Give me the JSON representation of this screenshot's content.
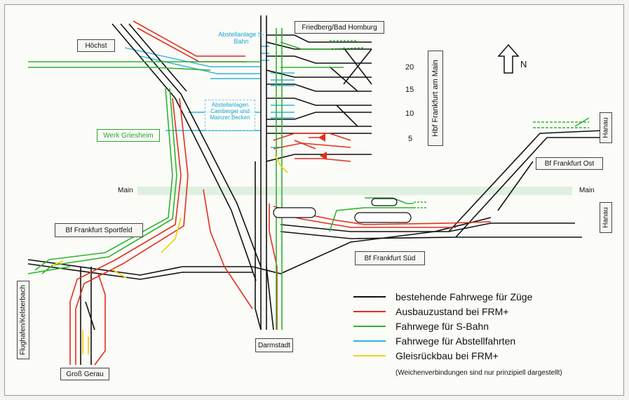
{
  "stations": {
    "hoechst": "Höchst",
    "friedberg": "Friedberg/Bad Homburg",
    "hbf": "Hbf Frankfurt am Main",
    "hanau_top": "Hanau",
    "hanau_mid": "Hanau",
    "ost": "Bf Frankfurt Ost",
    "sportfeld": "Bf Frankfurt Sportfeld",
    "sued": "Bf Frankfurt Süd",
    "flughafen": "Flughafen/Kelsterbach",
    "gross_gerau": "Groß Gerau",
    "darmstadt": "Darmstadt"
  },
  "facilities": {
    "griesheim": "Werk Griesheim",
    "abstell_sbahn": "Abstellanlage S-Bahn",
    "abstell_camberger": "Abstellanlagen Camberger und Mainzer Becken"
  },
  "river": {
    "left": "Main",
    "right": "Main"
  },
  "track_numbers": [
    "20",
    "15",
    "10",
    "5"
  ],
  "north_label": "N",
  "colors": {
    "existing": "#111111",
    "expansion": "#e0301e",
    "sbahn": "#2fb32f",
    "parking": "#2fb1e0",
    "removal": "#f1d11a"
  },
  "legend": [
    {
      "label": "bestehende Fahrwege für Züge",
      "color": "#111111"
    },
    {
      "label": "Ausbauzustand bei FRM+",
      "color": "#e0301e"
    },
    {
      "label": "Fahrwege für S-Bahn",
      "color": "#2fb32f"
    },
    {
      "label": "Fahrwege für Abstellfahrten",
      "color": "#2fb1e0"
    },
    {
      "label": "Gleisrückbau bei FRM+",
      "color": "#f1d11a"
    }
  ],
  "note": "(Weichenverbindungen sind nur prinzipiell dargestellt)"
}
